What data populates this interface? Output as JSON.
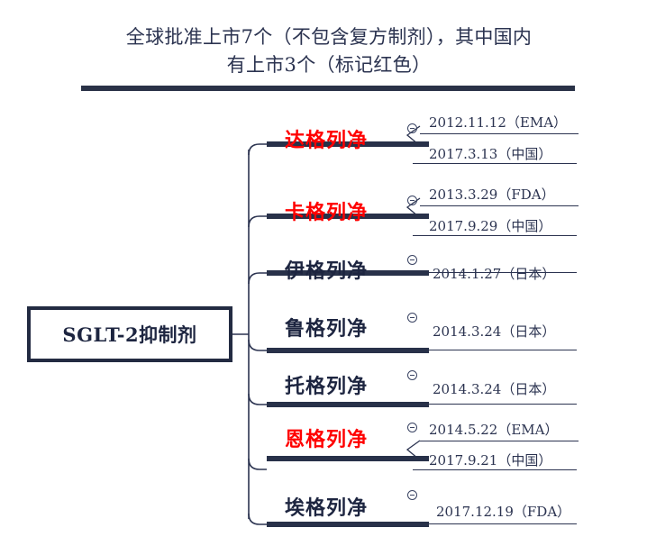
{
  "title": {
    "line1": "全球批准上市7个（不包含复方制剂），其中国内",
    "line2": "有上市3个（标记红色）"
  },
  "root": {
    "label": "SGLT-2抑制剂"
  },
  "colors": {
    "navy": "#283149",
    "title_text": "#2b3350",
    "highlight_red": "#FF0000",
    "background": "#ffffff"
  },
  "legend": {
    "red_meaning": "标记红色"
  },
  "branches": [
    {
      "name": "达格列净",
      "highlighted": true,
      "collapse_icon": "circle-minus-icon",
      "dates": [
        {
          "value": "2012.11.12（EMA）"
        },
        {
          "value": "2017.3.13（中国）"
        }
      ]
    },
    {
      "name": "卡格列净",
      "highlighted": true,
      "collapse_icon": "circle-minus-icon",
      "dates": [
        {
          "value": "2013.3.29（FDA）"
        },
        {
          "value": "2017.9.29（中国）"
        }
      ]
    },
    {
      "name": "伊格列净",
      "highlighted": false,
      "collapse_icon": "circle-minus-icon",
      "dates": [
        {
          "value": "2014.1.27（日本）"
        }
      ]
    },
    {
      "name": "鲁格列净",
      "highlighted": false,
      "collapse_icon": "circle-minus-icon",
      "dates": [
        {
          "value": "2014.3.24（日本）"
        }
      ]
    },
    {
      "name": "托格列净",
      "highlighted": false,
      "collapse_icon": "circle-minus-icon",
      "dates": [
        {
          "value": "2014.3.24（日本）"
        }
      ]
    },
    {
      "name": "恩格列净",
      "highlighted": true,
      "collapse_icon": "circle-minus-icon",
      "dates": [
        {
          "value": "2014.5.22（EMA）"
        },
        {
          "value": "2017.9.21（中国）"
        }
      ]
    },
    {
      "name": "埃格列净",
      "highlighted": false,
      "collapse_icon": "circle-minus-icon",
      "dates": [
        {
          "value": "2017.12.19（FDA）"
        }
      ]
    }
  ]
}
